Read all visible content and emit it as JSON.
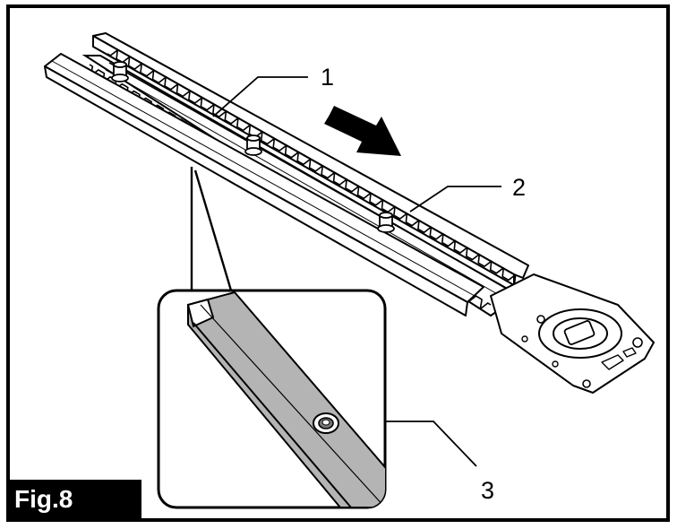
{
  "figure": {
    "label": "Fig.8",
    "callouts": [
      {
        "number": "1"
      },
      {
        "number": "2"
      },
      {
        "number": "3"
      }
    ]
  },
  "colors": {
    "ink": "#000000",
    "paper": "#ffffff",
    "cover_fill": "#b4b4b4",
    "label_background": "#000000",
    "label_text": "#ffffff"
  },
  "icons": {
    "direction_arrow": "arrow-right-down-icon"
  }
}
